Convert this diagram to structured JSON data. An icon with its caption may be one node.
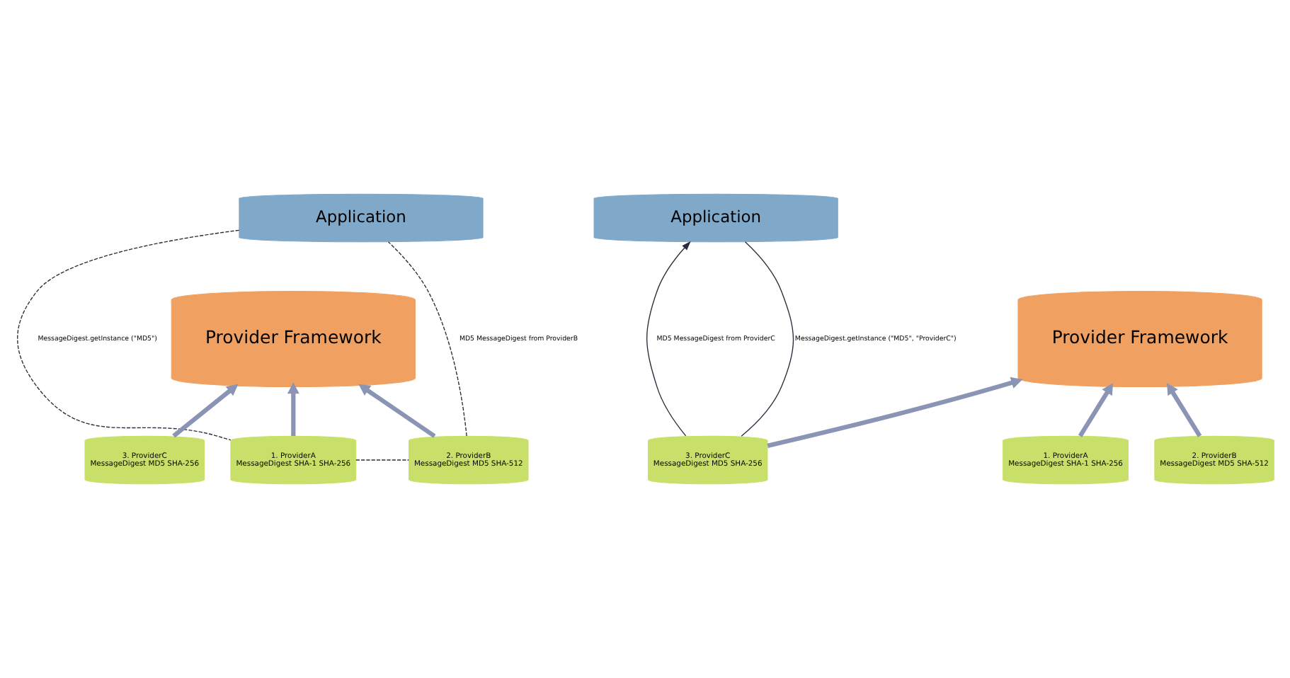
{
  "diagram": {
    "nodes": [
      {
        "text": [
          "Application"
        ]
      },
      {
        "text": [
          "Provider Framework"
        ]
      },
      {
        "text": [
          "1. ProviderA",
          "MessageDigest SHA-1 SHA-256"
        ]
      },
      {
        "text": [
          "2. ProviderB",
          "MessageDigest MD5 SHA-512"
        ]
      },
      {
        "text": [
          "3. ProviderC",
          "MessageDigest MD5 SHA-256"
        ]
      },
      {
        "text": [
          "Application"
        ]
      },
      {
        "text": [
          "Provider Framework"
        ]
      },
      {
        "text": [
          "1. ProviderA",
          "MessageDigest SHA-1 SHA-256"
        ]
      },
      {
        "text": [
          "2. ProviderB",
          "MessageDigest MD5 SHA-512"
        ]
      },
      {
        "text": [
          "3. ProviderC",
          "MessageDigest MD5 SHA-256"
        ]
      }
    ],
    "edges": [
      {
        "from": 2,
        "to": 1,
        "arrow": "to"
      },
      {
        "from": 3,
        "to": 1,
        "arrow": "to"
      },
      {
        "from": 4,
        "to": 1,
        "arrow": "to"
      },
      {
        "from": 0,
        "to": 2,
        "arrow": "none",
        "style": "dashed",
        "color": "#2b2b3b",
        "label": "MessageDigest.getInstance (\"MD5\")"
      },
      {
        "from": 2,
        "to": 3,
        "arrow": "none",
        "style": "dashed",
        "color": "#2b2b3b"
      },
      {
        "from": 3,
        "to": 0,
        "arrow": "none",
        "style": "dashed",
        "color": "#2b2b3b",
        "label": "MD5 MessageDigest from ProviderB"
      },
      {
        "from": 7,
        "to": 6,
        "arrow": "to"
      },
      {
        "from": 8,
        "to": 6,
        "arrow": "to"
      },
      {
        "from": 9,
        "to": 6,
        "arrow": "to"
      },
      {
        "from": 5,
        "to": 9,
        "arrow": "none",
        "color": "#2b2b3b",
        "label": "MessageDigest.getInstance (\"MD5\", \"ProviderC\")"
      },
      {
        "from": 9,
        "to": 5,
        "arrow": "to",
        "color": "#2b2b3b",
        "label": "MD5 MessageDigest from ProviderC"
      }
    ]
  }
}
